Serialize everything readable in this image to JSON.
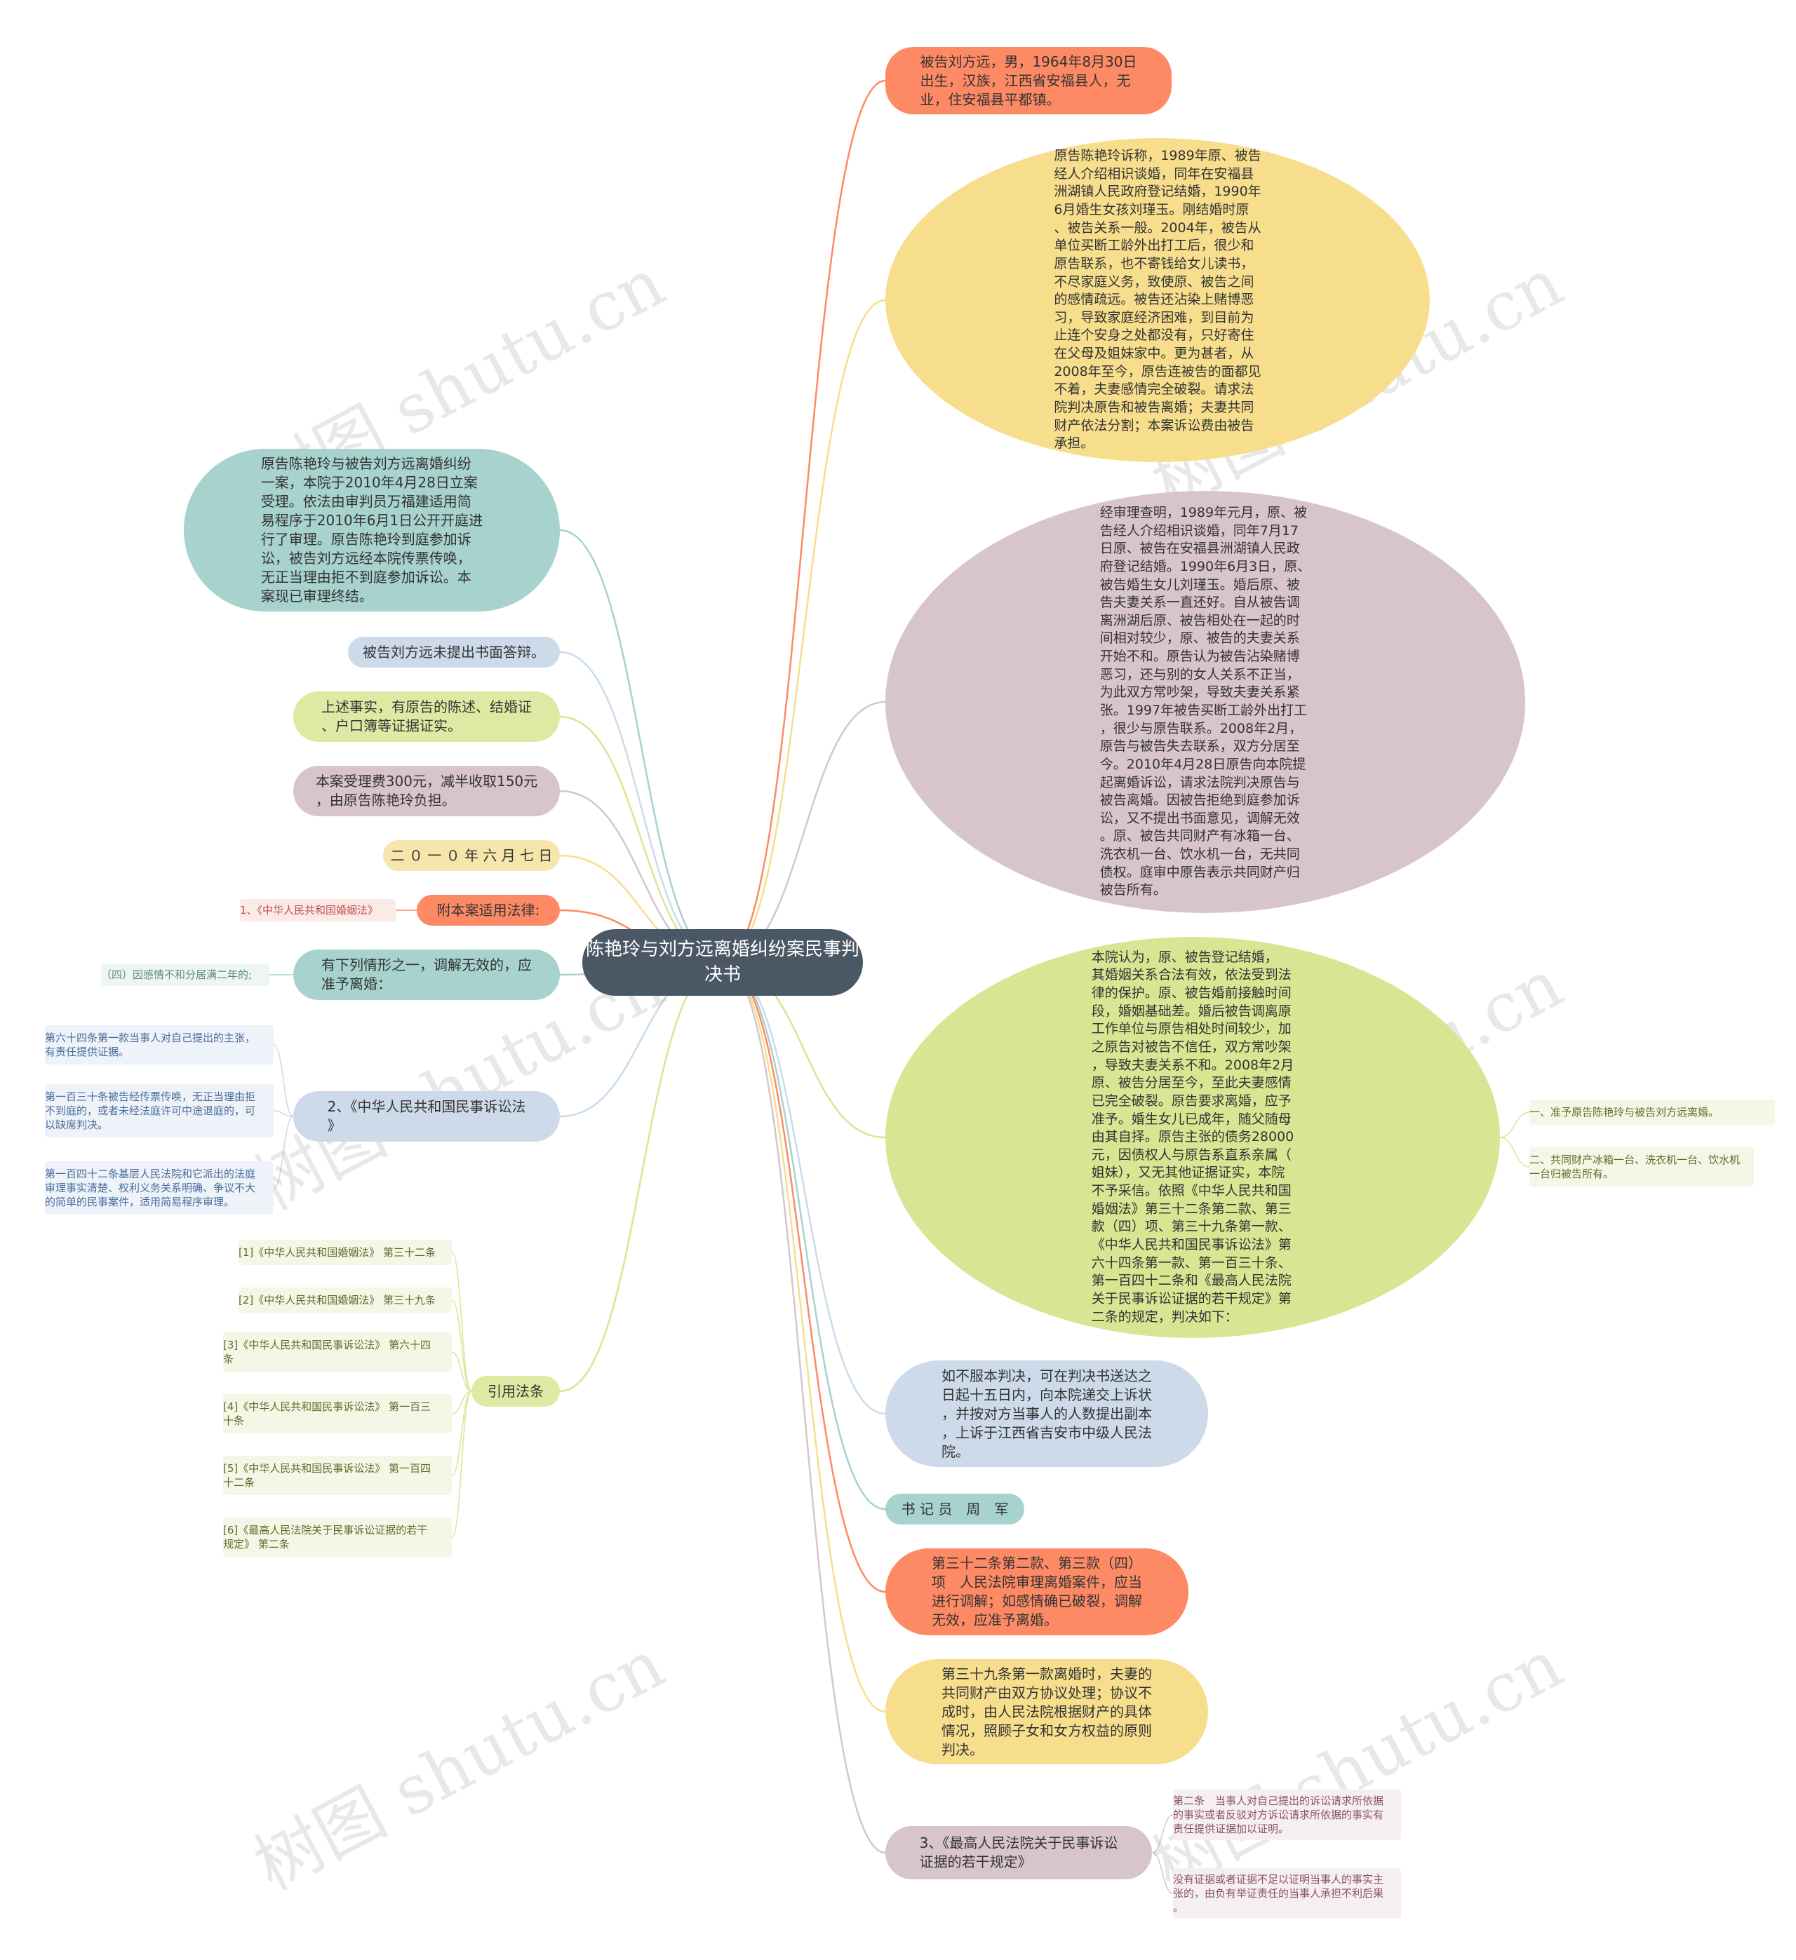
{
  "title": "陈艳玲与刘方远离婚纠纷案民事判决书",
  "watermark": "树图 shutu.cn",
  "right": {
    "defendant": "被告刘方远，男，1964年8月30日\n出生，汉族，江西省安福县人，无\n业，住安福县平都镇。",
    "plaintiff_claim": "原告陈艳玲诉称，1989年原、被告\n经人介绍相识谈婚，同年在安福县\n洲湖镇人民政府登记结婚，1990年\n6月婚生女孩刘瑾玉。刚结婚时原\n、被告关系一般。2004年，被告从\n单位买断工龄外出打工后，很少和\n原告联系，也不寄钱给女儿读书，\n不尽家庭义务，致使原、被告之间\n的感情疏远。被告还沾染上赌博恶\n习，导致家庭经济困难，到目前为\n止连个安身之处都没有，只好寄住\n在父母及姐妹家中。更为甚者，从\n2008年至今，原告连被告的面都见\n不着，夫妻感情完全破裂。请求法\n院判决原告和被告离婚；夫妻共同\n财产依法分割；本案诉讼费由被告\n承担。",
    "findings": "经审理查明，1989年元月，原、被\n告经人介绍相识谈婚，同年7月17\n日原、被告在安福县洲湖镇人民政\n府登记结婚。1990年6月3日，原、\n被告婚生女儿刘瑾玉。婚后原、被\n告夫妻关系一直还好。自从被告调\n离洲湖后原、被告相处在一起的时\n间相对较少，原、被告的夫妻关系\n开始不和。原告认为被告沾染赌博\n恶习，还与别的女人关系不正当，\n为此双方常吵架，导致夫妻关系紧\n张。1997年被告买断工龄外出打工\n，很少与原告联系。2008年2月，\n原告与被告失去联系，双方分居至\n今。2010年4月28日原告向本院提\n起离婚诉讼，请求法院判决原告与\n被告离婚。因被告拒绝到庭参加诉\n讼，又不提出书面意见，调解无效\n。原、被告共同财产有冰箱一台、\n洗衣机一台、饮水机一台，无共同\n债权。庭审中原告表示共同财产归\n被告所有。",
    "court_opinion": "本院认为，原、被告登记结婚，\n其婚姻关系合法有效，依法受到法\n律的保护。原、被告婚前接触时间\n段，婚姻基础差。婚后被告调离原\n工作单位与原告相处时间较少，加\n之原告对被告不信任，双方常吵架\n，导致夫妻关系不和。2008年2月\n原、被告分居至今，至此夫妻感情\n已完全破裂。原告要求离婚，应予\n准予。婚生女儿已成年，随父随母\n由其自择。原告主张的债务28000\n元，因债权人与原告系直系亲属（\n姐妹），又无其他证据证实，本院\n不予采信。依照《中华人民共和国\n婚姻法》第三十二条第二款、第三\n款（四）项、第三十九条第一款、\n《中华人民共和国民事诉讼法》第\n六十四条第一款、第一百三十条、\n第一百四十二条和《最高人民法院\n关于民事诉讼证据的若干规定》第\n二条的规定，判决如下：",
    "judgment_items": [
      "一、准予原告陈艳玲与被告刘方远离婚。",
      "二、共同财产冰箱一台、洗衣机一台、饮水机\n一台归被告所有。"
    ],
    "appeal": "如不服本判决，可在判决书送达之\n日起十五日内，向本院递交上诉状\n，并按对方当事人的人数提出副本\n，上诉于江西省吉安市中级人民法\n院。",
    "clerk": "书 记 员　周　军",
    "art32": "第三十二条第二款、第三款（四）\n项　人民法院审理离婚案件，应当\n进行调解；如感情确已破裂，调解\n无效，应准予离婚。",
    "art39": "第三十九条第一款离婚时，夫妻的\n共同财产由双方协议处理；协议不\n成时，由人民法院根据财产的具体\n情况，照顾子女和女方权益的原则\n判决。",
    "evidence_rule": "3、《最高人民法院关于民事诉讼\n证据的若干规定》",
    "evidence_items": [
      "第二条　当事人对自己提出的诉讼请求所依据\n的事实或者反驳对方诉讼请求所依据的事实有\n责任提供证据加以证明。",
      "没有证据或者证据不足以证明当事人的事实主\n张的，由负有举证责任的当事人承担不利后果\n。"
    ]
  },
  "left": {
    "case_intro": "原告陈艳玲与被告刘方远离婚纠纷\n一案，本院于2010年4月28日立案\n受理。依法由审判员万福建适用简\n易程序于2010年6月1日公开开庭进\n行了审理。原告陈艳玲到庭参加诉\n讼，被告刘方远经本院传票传唤，\n无正当理由拒不到庭参加诉讼。本\n案现已审理终结。",
    "no_defense": "被告刘方远未提出书面答辩。",
    "facts_proof": "上述事实，有原告的陈述、结婚证\n、户口簿等证据证实。",
    "fee": "本案受理费300元，减半收取150元\n，由原告陈艳玲负担。",
    "date": "二 ０ 一 ０ 年 六 月 七 日",
    "appendix": "附本案适用法律:",
    "appendix_leaf": "1、《中华人民共和国婚姻法》",
    "mediation": "有下列情形之一，调解无效的，应\n准予离婚：",
    "mediation_leaf": "（四）因感情不和分居满二年的;",
    "civil_procedure": "2、《中华人民共和国民事诉讼法\n》",
    "civil_procedure_items": [
      "第六十四条第一款当事人对自己提出的主张，\n有责任提供证据。",
      "第一百三十条被告经传票传唤，无正当理由拒\n不到庭的，或者未经法庭许可中途退庭的，可\n以缺席判决。",
      "第一百四十二条基层人民法院和它派出的法庭\n审理事实清楚、权利义务关系明确、争议不大\n的简单的民事案件，适用简易程序审理。"
    ],
    "citations": "引用法条",
    "citation_items": [
      "[1]《中华人民共和国婚姻法》 第三十二条",
      "[2]《中华人民共和国婚姻法》 第三十九条",
      "[3]《中华人民共和国民事诉讼法》 第六十四\n条",
      "[4]《中华人民共和国民事诉讼法》 第一百三\n十条",
      "[5]《中华人民共和国民事诉讼法》 第一百四\n十二条",
      "[6]《最高人民法院关于民事诉讼证据的若干\n规定》 第二条"
    ]
  },
  "colors": {
    "orange": "#fd8a65",
    "yellow": "#f7de8d",
    "mauve": "#d8c5cb",
    "lime": "#d9e592",
    "blue": "#c9dcec",
    "teal": "#a7d2cd",
    "center": "#4a5765"
  }
}
